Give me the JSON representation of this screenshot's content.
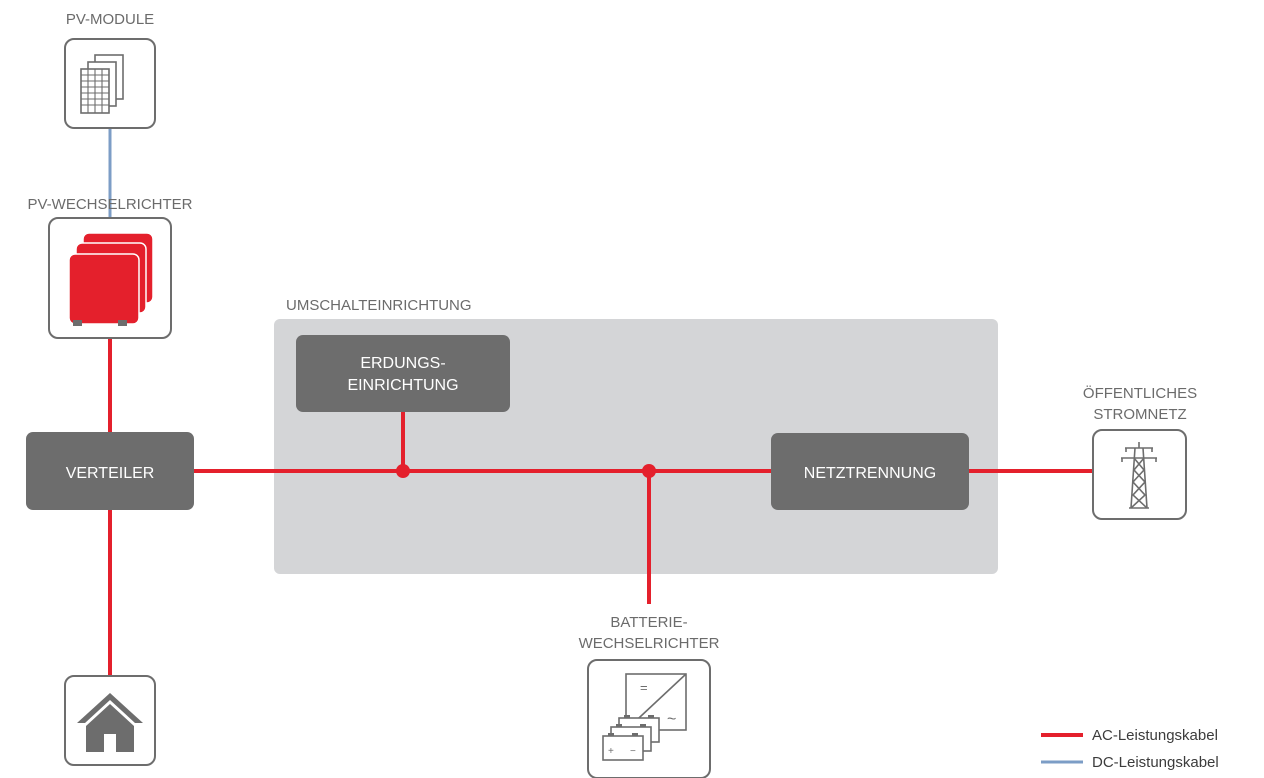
{
  "labels": {
    "pv_module": "PV-MODULE",
    "pv_inverter": "PV-WECHSELRICHTER",
    "transfer_switch": "UMSCHALTEINRICHTUNG",
    "grounding_line1": "ERDUNGS-",
    "grounding_line2": "EINRICHTUNG",
    "distributor": "VERTEILER",
    "grid_disconnect": "NETZTRENNUNG",
    "public_grid_line1": "ÖFFENTLICHES",
    "public_grid_line2": "STROMNETZ",
    "battery_inverter_line1": "BATTERIE-",
    "battery_inverter_line2": "WECHSELRICHTER"
  },
  "legend": {
    "ac": "AC-Leistungskabel",
    "dc": "DC-Leistungskabel"
  },
  "battery_symbols": {
    "plus": "+",
    "minus": "−",
    "tilde": "~",
    "dc": "="
  },
  "colors": {
    "ac_cable": "#e4202c",
    "dc_cable": "#7c9dc6",
    "dark_box": "#6d6d6d",
    "panel": "#d4d5d7",
    "outline": "#6d6d6d"
  }
}
